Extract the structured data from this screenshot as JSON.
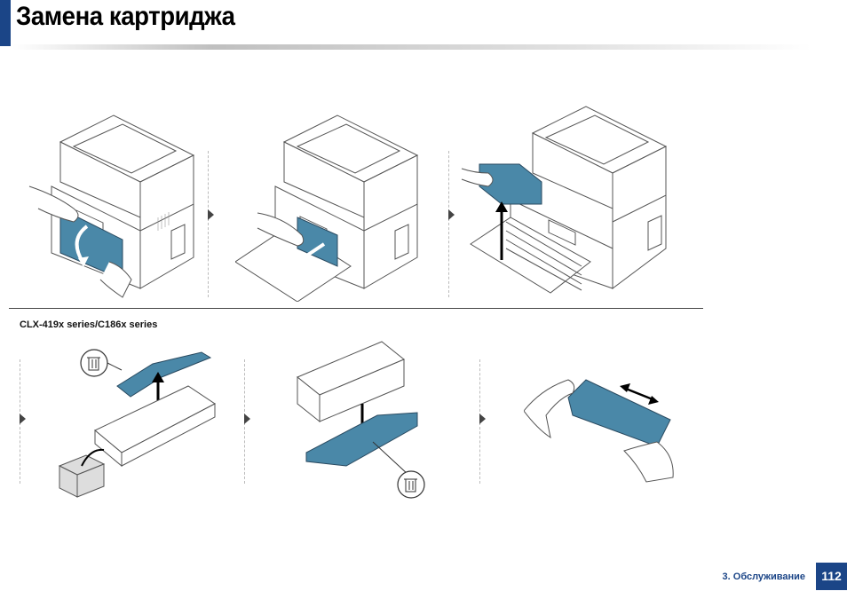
{
  "header": {
    "title": "Замена картриджа"
  },
  "section": {
    "label": "CLX-419x series/C186x series"
  },
  "footer": {
    "chapter": "3. Обслуживание",
    "page_number": "112"
  },
  "icons": {
    "recycle": "recycle-bin-icon",
    "move_arrow": "double-arrow-icon",
    "step_arrow": "triangle-right-icon"
  },
  "colors": {
    "accent": "#1b4587",
    "toner": "#4a88a8"
  }
}
